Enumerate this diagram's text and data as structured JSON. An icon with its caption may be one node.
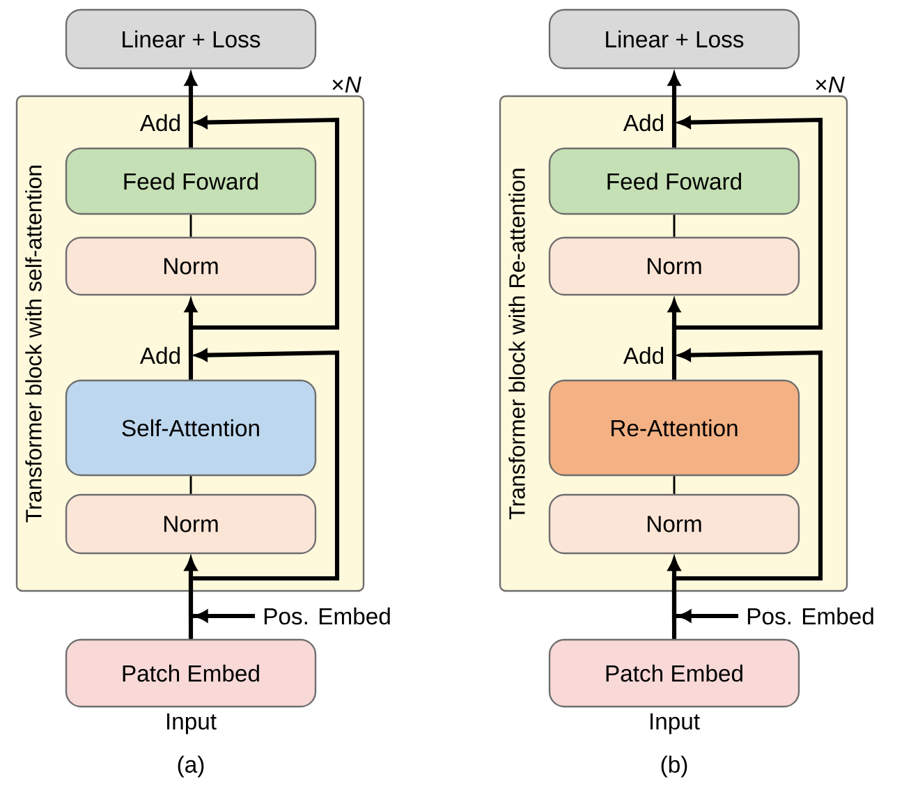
{
  "diagram": {
    "nodes": [
      {
        "text": [
          "Linear + Loss"
        ]
      },
      {
        "text": [
          "Transformer block with self-attention"
        ],
        "beside": [
          "×*N*"
        ]
      },
      {
        "text": [
          "Add"
        ],
        "in": 1
      },
      {
        "text": [
          "Feed Foward"
        ],
        "in": 1
      },
      {
        "text": [
          "Norm"
        ],
        "in": 1
      },
      {
        "text": [
          "Add"
        ],
        "in": 1
      },
      {
        "text": [
          "Self-Attention"
        ],
        "in": 1
      },
      {
        "text": [
          "Norm"
        ],
        "in": 1
      },
      {
        "text": [
          "Pos. Embed"
        ]
      },
      {
        "text": [
          "Patch Embed"
        ],
        "beside": [
          "Input"
        ]
      },
      {
        "text": [
          "Linear + Loss"
        ]
      },
      {
        "text": [
          "Transformer block with Re-attention"
        ],
        "beside": [
          "×*N*"
        ]
      },
      {
        "text": [
          "Add"
        ],
        "in": 11
      },
      {
        "text": [
          "Feed Foward"
        ],
        "in": 11
      },
      {
        "text": [
          "Norm"
        ],
        "in": 11
      },
      {
        "text": [
          "Add"
        ],
        "in": 11
      },
      {
        "text": [
          "Re-Attention"
        ],
        "in": 11
      },
      {
        "text": [
          "Norm"
        ],
        "in": 11
      },
      {
        "text": [
          "Pos. Embed"
        ]
      },
      {
        "text": [
          "Patch Embed"
        ],
        "beside": [
          "Input"
        ]
      }
    ],
    "edges": [
      {
        "from": 9,
        "to": 7,
        "arrow": "to"
      },
      {
        "from": 8,
        "to": 7,
        "arrow": "to"
      },
      {
        "from": 7,
        "to": 6,
        "arrow": "none"
      },
      {
        "from": 6,
        "to": 5,
        "arrow": "none"
      },
      {
        "from": 9,
        "to": 5,
        "arrow": "to"
      },
      {
        "from": 5,
        "to": 4,
        "arrow": "to"
      },
      {
        "from": 4,
        "to": 3,
        "arrow": "none"
      },
      {
        "from": 3,
        "to": 2,
        "arrow": "none"
      },
      {
        "from": 5,
        "to": 2,
        "arrow": "to"
      },
      {
        "from": 2,
        "to": 0,
        "arrow": "to"
      },
      {
        "from": 19,
        "to": 17,
        "arrow": "to"
      },
      {
        "from": 18,
        "to": 17,
        "arrow": "to"
      },
      {
        "from": 17,
        "to": 16,
        "arrow": "none"
      },
      {
        "from": 16,
        "to": 15,
        "arrow": "none"
      },
      {
        "from": 19,
        "to": 15,
        "arrow": "to"
      },
      {
        "from": 15,
        "to": 14,
        "arrow": "to"
      },
      {
        "from": 14,
        "to": 13,
        "arrow": "none"
      },
      {
        "from": 13,
        "to": 12,
        "arrow": "none"
      },
      {
        "from": 15,
        "to": 12,
        "arrow": "to"
      },
      {
        "from": 12,
        "to": 10,
        "arrow": "to"
      }
    ],
    "labels": [
      "(a)",
      "(b)"
    ]
  }
}
